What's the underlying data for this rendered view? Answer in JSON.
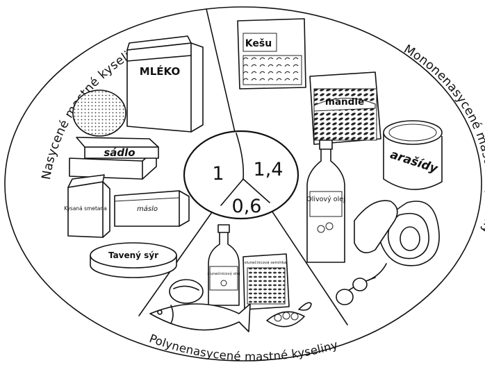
{
  "sections": {
    "saturated": {
      "arc_label": "Nasycené mastné kyseliny",
      "ratio": "1"
    },
    "monounsaturated": {
      "arc_label": "Mononenasycené mastné kyseliny",
      "ratio": "1,4"
    },
    "polyunsaturated": {
      "arc_label": "Polynenasycené mastné kyseliny",
      "ratio": "0,6"
    }
  },
  "foods": {
    "milk_label": "MLÉKO",
    "lard_label": "sádlo",
    "butter_label": "máslo",
    "cream_label": "Kysaná smetana",
    "cheese_label": "Tavený sýr",
    "cashew_label": "Kešu",
    "almond_label": "mandle",
    "peanut_label": "arašídy",
    "olive_oil_label": "Olivový olej",
    "sunflower_oil_label": "slunečnicový olej",
    "sunflower_seeds_label": "slunečnicová semínka"
  }
}
